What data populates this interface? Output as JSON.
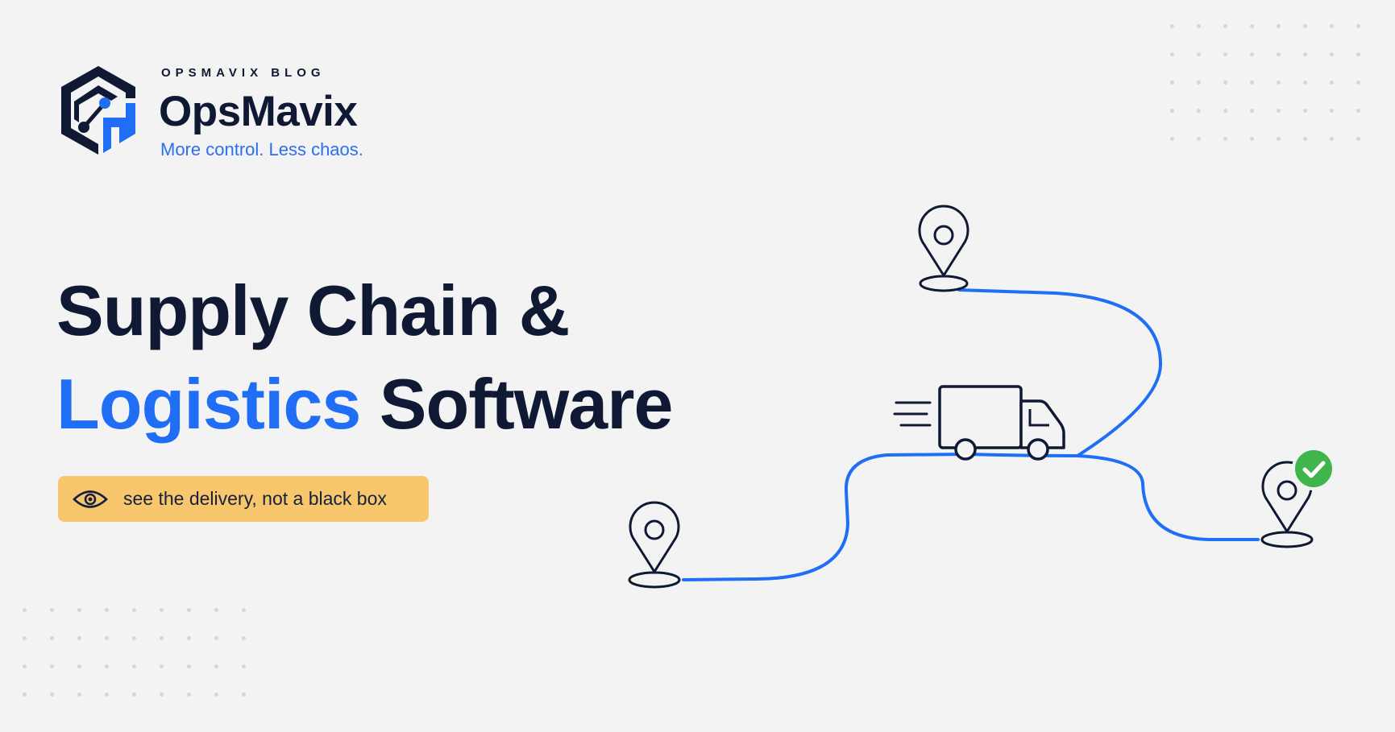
{
  "brand": {
    "eyebrow": "OPSMAVIX BLOG",
    "name": "OpsMavix",
    "tagline": "More control. Less chaos.",
    "logo_icon": "hexagon-network-logo-icon"
  },
  "headline": {
    "line1": "Supply Chain &",
    "line2_accent": "Logistics",
    "line2_rest": " Software"
  },
  "badge": {
    "icon": "eye-icon",
    "text": "see the delivery, not a black box"
  },
  "illustration": {
    "icons": [
      "map-pin-icon",
      "delivery-truck-icon",
      "checkmark-icon"
    ]
  },
  "colors": {
    "background": "#f3f3f3",
    "navy": "#0f1933",
    "accent_blue": "#1f6ef5",
    "badge_yellow": "#f8c76d",
    "success_green": "#3fb54a"
  }
}
